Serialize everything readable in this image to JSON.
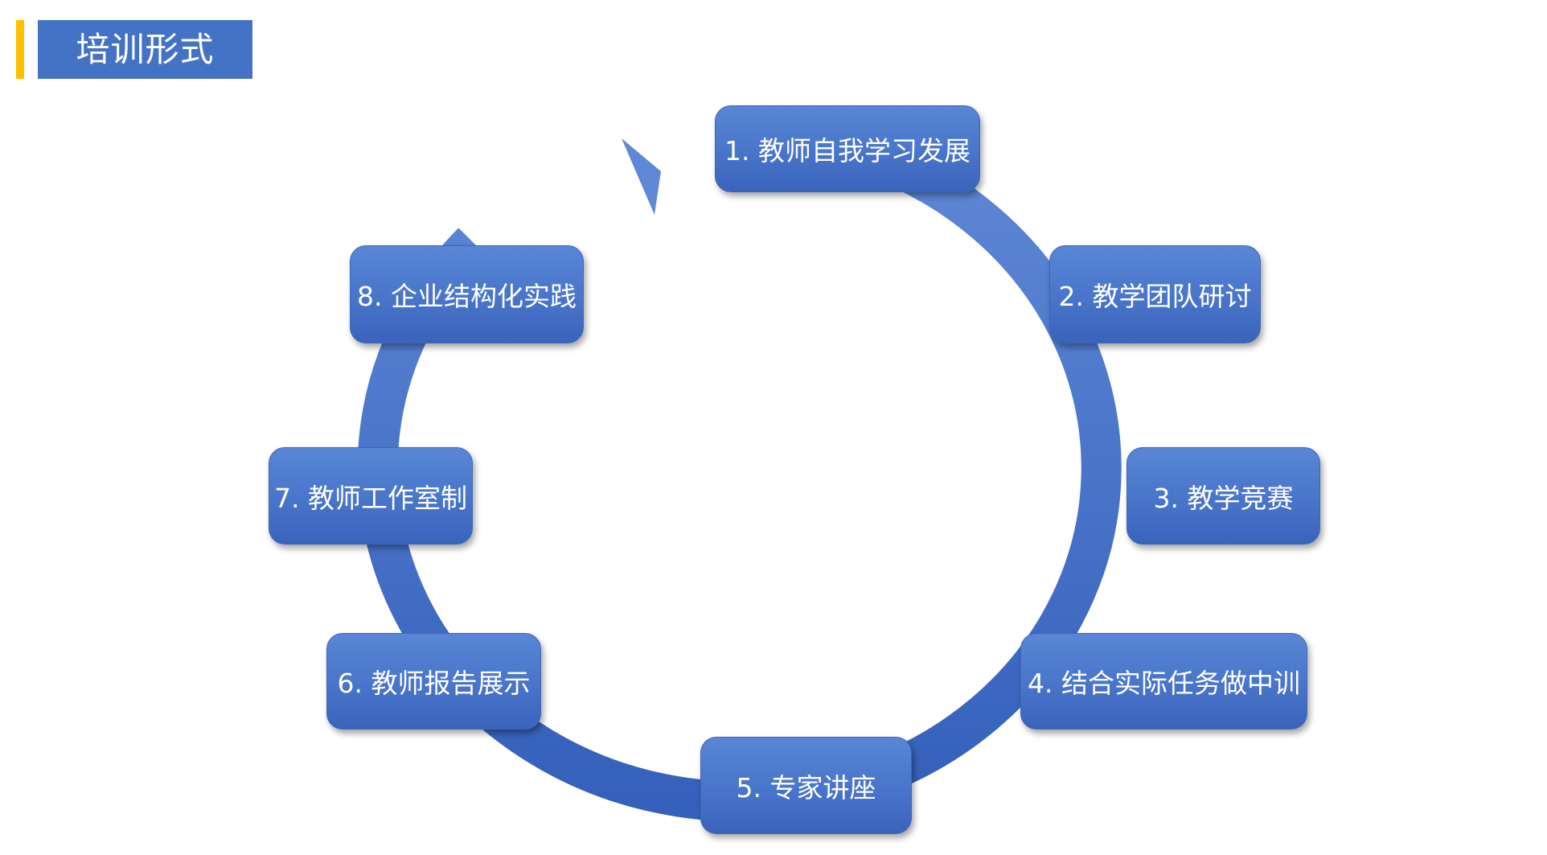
{
  "header": {
    "title": "培训形式"
  },
  "colors": {
    "accent": "#ffc000",
    "primary": "#4472c4",
    "cycle_ring": "#4a74c8",
    "node_text": "#ffffff"
  },
  "cycle": {
    "direction": "clockwise",
    "steps": [
      {
        "label": "1.  教师自我学习发展"
      },
      {
        "label": "2.  教学团队研讨"
      },
      {
        "label": "3.  教学竞赛"
      },
      {
        "label": "4.  结合实际任务做中训"
      },
      {
        "label": "5.  专家讲座"
      },
      {
        "label": "6.  教师报告展示"
      },
      {
        "label": "7. 教师工作室制"
      },
      {
        "label": "8. 企业结构化实践"
      }
    ]
  }
}
